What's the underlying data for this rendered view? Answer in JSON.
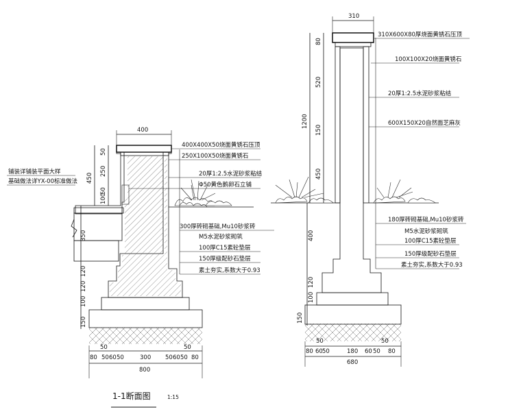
{
  "section_title": "1-1断面图",
  "scale": "1:15",
  "left_section": {
    "top_width": "400",
    "callouts": [
      "400X400X50烧面黄锈石压顶",
      "250X100X50烧面黄锈石",
      "20厚1:2.5水泥砂浆粘结",
      "Φ50黄色鹅卵石立铺",
      "300厚砖砌基础,Mu10砂浆砖",
      "M5水泥砂浆砌筑",
      "100厚C15素砼垫层",
      "150厚级配砂石垫层",
      "素土夯实,系数大于0.93"
    ],
    "side_note_1": "铺装详铺装平面大样",
    "side_note_2": "基础做法详YX-00标准做法",
    "vertical_dims": [
      "50",
      "250",
      "450",
      "100",
      "50",
      "120",
      "120",
      "100",
      "150",
      "350"
    ],
    "bottom_dims": [
      "80",
      "50",
      "60",
      "50",
      "300",
      "50",
      "60",
      "50",
      "80"
    ],
    "bottom_offsets": [
      "50",
      "50"
    ],
    "total_width": "800"
  },
  "right_section": {
    "top_width": "310",
    "callouts": [
      "310X600X80厚烧面黄锈石压顶",
      "100X100X20烧面黄锈石",
      "20厚1:2.5水泥砂浆粘结",
      "600X150X20自然面芝麻灰",
      "180厚砖砌基础,Mu10砂浆砖",
      "M5水泥砂浆砌筑",
      "100厚C15素砼垫层",
      "150厚级配砂石垫层",
      "素土夯实,系数大于0.93"
    ],
    "vertical_dims": [
      "80",
      "520",
      "150",
      "450",
      "1200",
      "400",
      "120",
      "100",
      "150"
    ],
    "bottom_dims": [
      "80",
      "60",
      "50",
      "180",
      "60",
      "50",
      "80"
    ],
    "bottom_offsets": [
      "50",
      "50"
    ],
    "total_width": "680"
  }
}
